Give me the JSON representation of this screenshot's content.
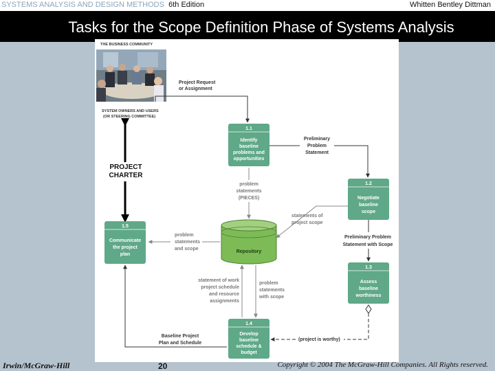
{
  "header": {
    "book_title": "SYSTEMS ANALYSIS AND DESIGN METHODS",
    "edition": "6th Edition",
    "authors": "Whitten  Bentley  Dittman"
  },
  "slide": {
    "title": "Tasks for the Scope Definition Phase of Systems Analysis"
  },
  "diagram": {
    "business_community": "THE BUSINESS COMMUNITY",
    "owners_line1": "SYSTEM OWNERS AND USERS",
    "owners_line2": "(OR STEERING COMMITTEE)",
    "project_request": [
      "Project Request",
      "or Assignment"
    ],
    "project_charter": [
      "PROJECT",
      "CHARTER"
    ],
    "repository": "Repository",
    "tasks": [
      {
        "id": "1.1",
        "lines": [
          "Identify",
          "baseline",
          "problems and",
          "opportunities"
        ]
      },
      {
        "id": "1.2",
        "lines": [
          "Negotiate",
          "baseline",
          "scope"
        ]
      },
      {
        "id": "1.3",
        "lines": [
          "Assess",
          "baseline",
          "worthiness"
        ]
      },
      {
        "id": "1.4",
        "lines": [
          "Develop",
          "baseline",
          "schedule &",
          "budget"
        ]
      },
      {
        "id": "1.5",
        "lines": [
          "Communicate",
          "the project",
          "plan"
        ]
      }
    ],
    "flows": {
      "preliminary_problem_statement": [
        "Preliminary",
        "Problem",
        "Statement"
      ],
      "problem_statements_pieces": [
        "problem",
        "statements",
        "(PIECES)"
      ],
      "statements_of_project_scope": [
        "statements of",
        "project scope"
      ],
      "preliminary_problem_statement_with_scope": [
        "Preliminary Problem",
        "Statement with Scope"
      ],
      "problem_statements_and_scope": [
        "problem",
        "statements",
        "and scope"
      ],
      "statement_of_work": [
        "statement of work",
        "project schedule",
        "and resource",
        "assignments"
      ],
      "problem_statements_with_scope": [
        "problem",
        "statements",
        "with scope"
      ],
      "baseline_project_plan": [
        "Baseline Project",
        "Plan and Schedule"
      ],
      "project_is_worthy": "(project is worthy)"
    }
  },
  "footer": {
    "publisher": "Irwin/McGraw-Hill",
    "page": "20",
    "copyright": "Copyright © 2004 The McGraw-Hill Companies. All Rights reserved."
  },
  "colors": {
    "task_box": "#5fa888",
    "repository": "#7dbb56",
    "title_bar": "#000000",
    "background": "#b5c3cf"
  }
}
